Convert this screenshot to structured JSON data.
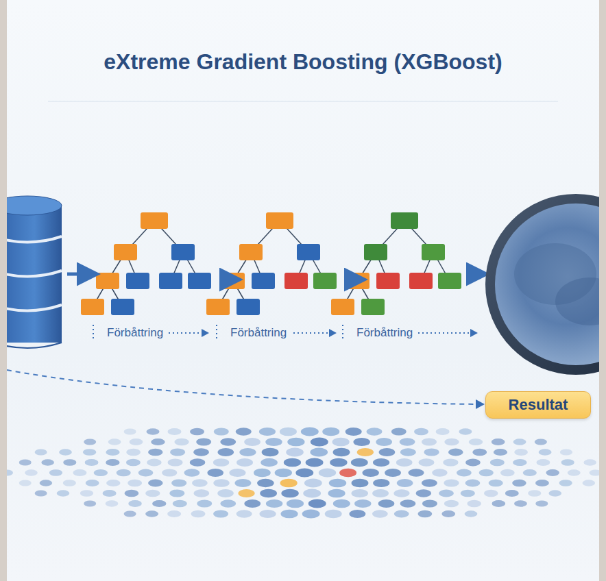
{
  "diagram": {
    "title": "eXtreme Gradient Boosting (XGBoost)",
    "nodes": [
      {
        "text": [
          "Resultat"
        ]
      }
    ],
    "labels": [
      "Förbåttring",
      "Förbåttring",
      "Förbåttring"
    ]
  }
}
